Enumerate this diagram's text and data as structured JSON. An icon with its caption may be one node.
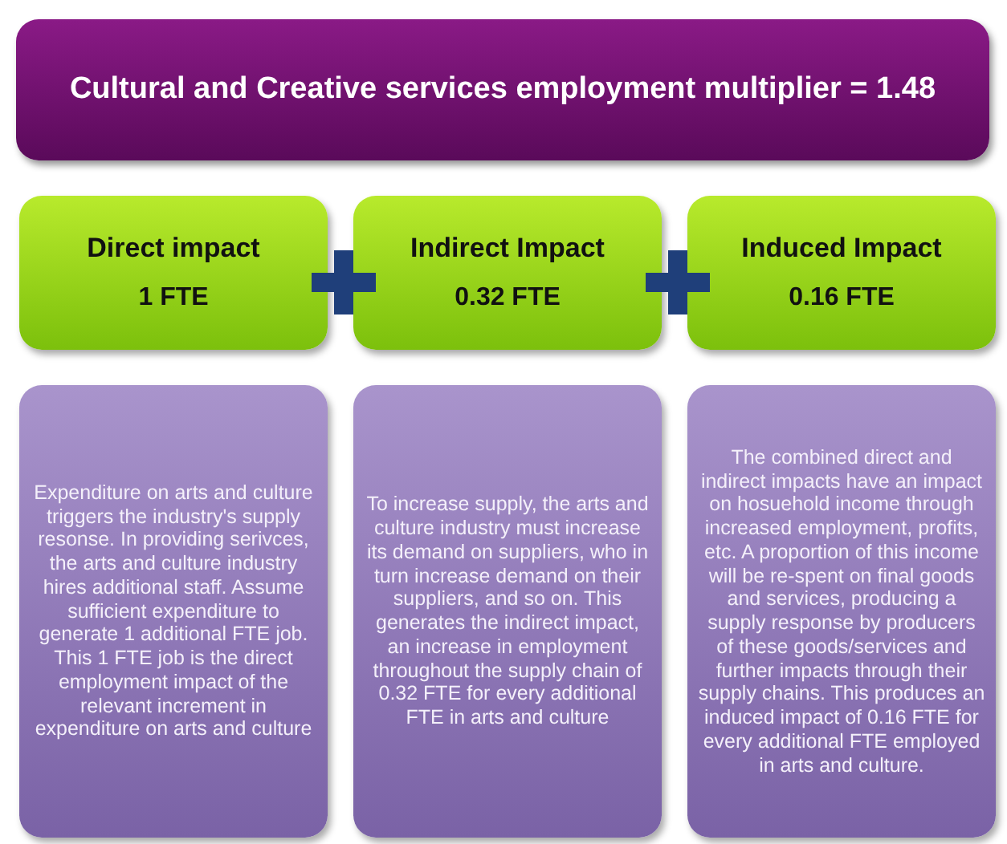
{
  "diagram": {
    "nodes": [
      {
        "text": [
          "Cultural and Creative services employment multiplier = 1.48"
        ]
      },
      {
        "text": [
          "Direct impact",
          "1 FTE"
        ]
      },
      {
        "text": [
          "Indirect Impact",
          "0.32 FTE"
        ]
      },
      {
        "text": [
          "Induced Impact",
          "0.16 FTE"
        ]
      },
      {
        "text": [
          "Expenditure on arts and culture triggers the industry's supply resonse. In providing serivces, the arts and culture industry hires additional staff. Assume sufficient expenditure to generate 1 additional FTE job. This 1 FTE job is the direct employment impact of the relevant increment in expenditure on arts and culture"
        ]
      },
      {
        "text": [
          "To increase supply, the arts and culture industry must increase its demand on suppliers, who in turn increase demand on their suppliers, and so on. This generates the indirect impact, an increase in employment throughout the supply chain of 0.32 FTE for every additional FTE in arts and culture"
        ]
      },
      {
        "text": [
          "The combined direct and indirect impacts have an impact on hosuehold income through increased employment, profits, etc. A proportion of this income will be re-spent on final goods and services, producing a supply response by producers of these goods/services and further impacts through their supply chains. This produces an induced impact of 0.16 FTE for every additional FTE employed in arts and culture."
        ]
      }
    ],
    "edges": []
  }
}
